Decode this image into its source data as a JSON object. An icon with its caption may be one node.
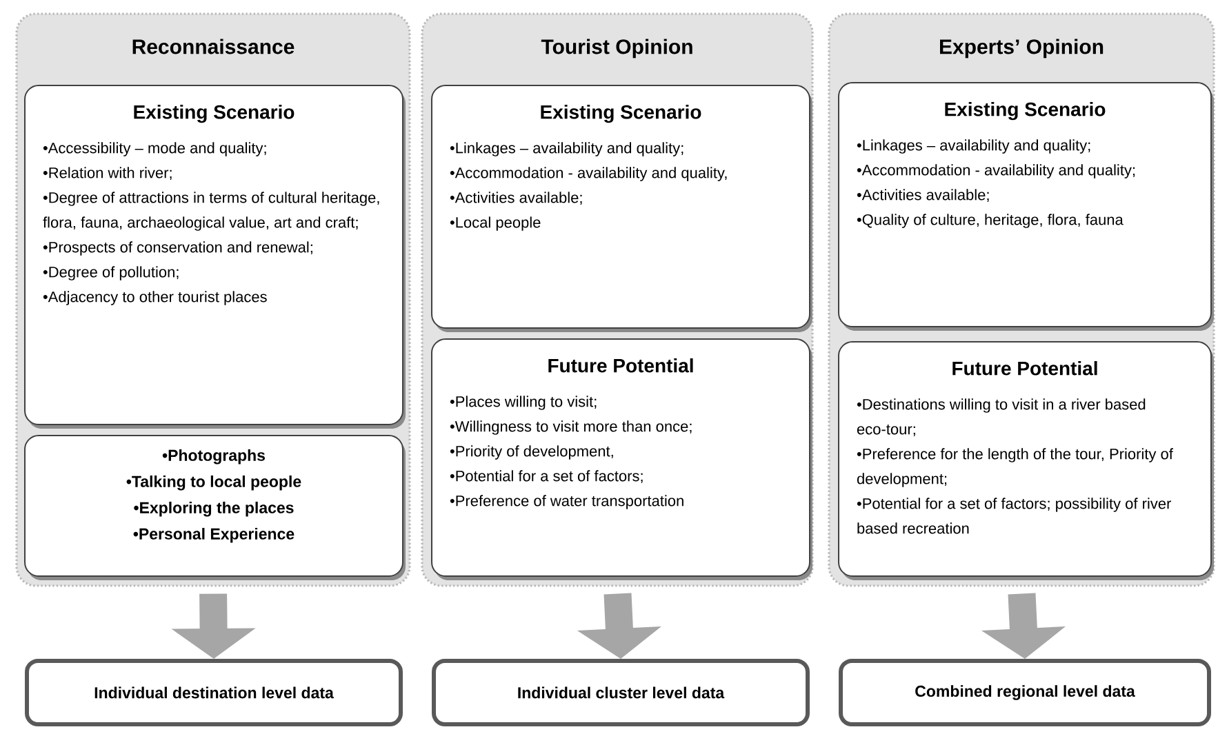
{
  "diagram": {
    "nodes": [
      {
        "text": [
          "Reconnaissance"
        ]
      },
      {
        "text": [
          "Existing Scenario",
          "•Accessibility – mode and quality;",
          "•Relation with river;",
          "•Degree of attractions in terms of cultural heritage, flora, fauna, archaeological value, art and craft;",
          "•Prospects of conservation and renewal;",
          "•Degree of pollution;",
          "•Adjacency to other tourist places"
        ],
        "in": 0
      },
      {
        "text": [
          "•Photographs",
          "•Talking to local people",
          "•Exploring the places",
          "•Personal Experience"
        ],
        "in": 0
      },
      {
        "text": [
          "Tourist Opinion"
        ]
      },
      {
        "text": [
          "Existing Scenario",
          "•Linkages – availability and quality;",
          "•Accommodation - availability and quality,",
          "•Activities available;",
          "•Local people"
        ],
        "in": 3
      },
      {
        "text": [
          "Future Potential",
          "•Places willing to visit;",
          "•Willingness to visit more than once;",
          "•Priority of development,",
          "•Potential for a set of factors;",
          "•Preference of water transportation"
        ],
        "in": 3
      },
      {
        "text": [
          "Experts’ Opinion"
        ]
      },
      {
        "text": [
          "Existing Scenario",
          "•Linkages – availability and quality;",
          "•Accommodation - availability and quality;",
          "•Activities available;",
          "•Quality of culture, heritage, flora, fauna"
        ],
        "in": 6
      },
      {
        "text": [
          "Future Potential",
          "•Destinations willing to visit in a river based eco-tour;",
          "•Preference for the length of the tour, Priority of development;",
          "•Potential for a set of factors; possibility of river based recreation"
        ],
        "in": 6
      },
      {
        "text": [
          "Individual destination level data"
        ]
      },
      {
        "text": [
          "Individual cluster level data"
        ]
      },
      {
        "text": [
          "Combined regional level data"
        ]
      }
    ],
    "edges": [
      {
        "from": 0,
        "to": 9,
        "arrow": "to"
      },
      {
        "from": 3,
        "to": 10,
        "arrow": "to"
      },
      {
        "from": 6,
        "to": 11,
        "arrow": "to"
      }
    ]
  }
}
